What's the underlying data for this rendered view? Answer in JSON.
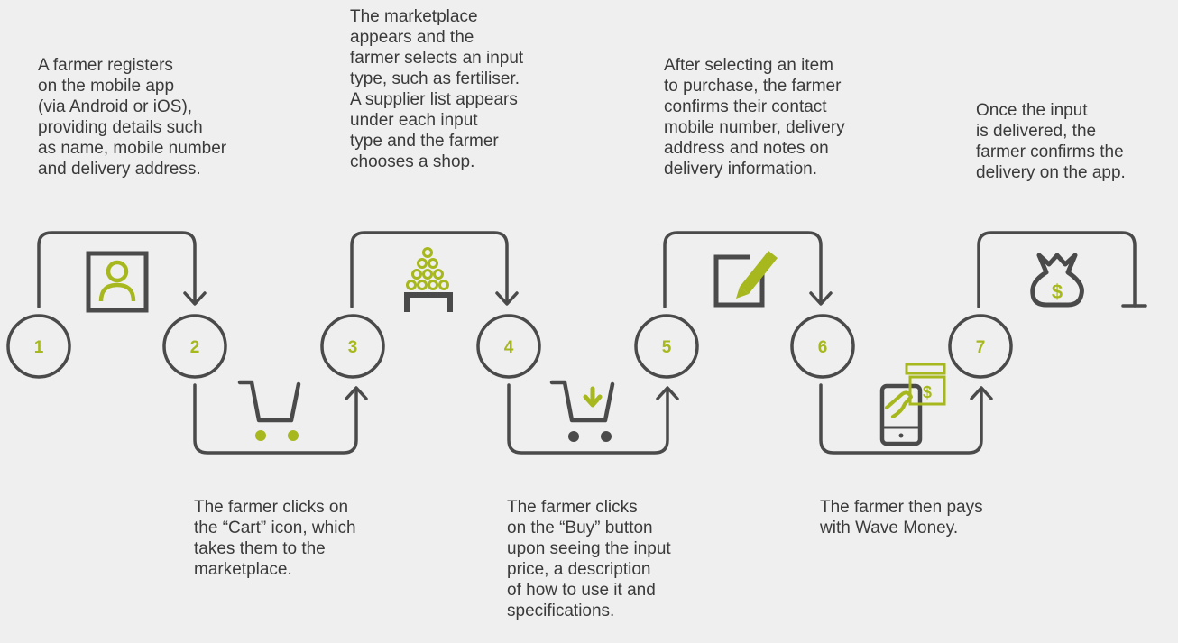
{
  "colors": {
    "background": "#efefef",
    "line": "#4a4a4a",
    "accent": "#a7b81e",
    "text": "#3a3a3a"
  },
  "steps": [
    {
      "number": "1",
      "description": "A farmer registers\non the mobile app\n(via Android or iOS),\nproviding details such\nas name, mobile number\nand delivery address."
    },
    {
      "number": "2",
      "description": "The farmer clicks on\nthe “Cart” icon, which\ntakes them to the\nmarketplace."
    },
    {
      "number": "3",
      "description": "The marketplace\nappears and the\nfarmer selects an input\ntype, such as fertiliser.\nA supplier list appears\nunder each input\ntype and the farmer\nchooses a shop."
    },
    {
      "number": "4",
      "description": "The farmer clicks\non the “Buy” button\nupon seeing the input\nprice, a description\nof how to use it and\nspecifications."
    },
    {
      "number": "5",
      "description": "After selecting an item\nto purchase, the farmer\nconfirms their contact\nmobile number, delivery\naddress and notes on\ndelivery information."
    },
    {
      "number": "6",
      "description": "The farmer then pays\nwith Wave Money."
    },
    {
      "number": "7",
      "description": "Once the input\nis delivered, the\nfarmer confirms the\ndelivery on the app."
    }
  ],
  "icons": [
    "registration-profile-icon",
    "cart-icon",
    "marketplace-produce-icon",
    "buy-cart-icon",
    "edit-form-icon",
    "mobile-payment-icon",
    "money-bag-icon"
  ]
}
